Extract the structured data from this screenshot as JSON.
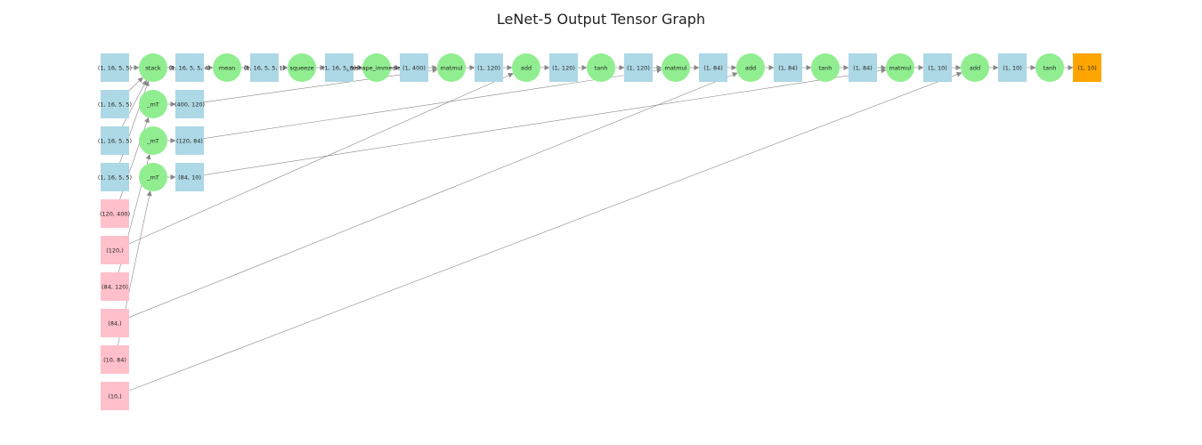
{
  "title": "LeNet-5 Output Tensor Graph",
  "colors": {
    "tensor": "#add8e6",
    "op": "#90ee90",
    "param": "#ffc0cb",
    "output": "#ffa500",
    "edge": "#888888"
  },
  "nodes": [
    {
      "id": "t0",
      "kind": "tensor",
      "label": "(1, 16, 5, 5)"
    },
    {
      "id": "t1",
      "kind": "tensor",
      "label": "(1, 16, 5, 5)"
    },
    {
      "id": "t2",
      "kind": "tensor",
      "label": "(1, 16, 5, 5)"
    },
    {
      "id": "t3",
      "kind": "tensor",
      "label": "(1, 16, 5, 5)"
    },
    {
      "id": "p0",
      "kind": "param",
      "label": "(120, 400)"
    },
    {
      "id": "p1",
      "kind": "param",
      "label": "(120,)"
    },
    {
      "id": "p2",
      "kind": "param",
      "label": "(84, 120)"
    },
    {
      "id": "p3",
      "kind": "param",
      "label": "(84,)"
    },
    {
      "id": "p4",
      "kind": "param",
      "label": "(10, 84)"
    },
    {
      "id": "p5",
      "kind": "param",
      "label": "(10,)"
    },
    {
      "id": "stack",
      "kind": "op",
      "label": "stack"
    },
    {
      "id": "mT1",
      "kind": "op",
      "label": "_mT"
    },
    {
      "id": "mT2",
      "kind": "op",
      "label": "_mT"
    },
    {
      "id": "mT3",
      "kind": "op",
      "label": "_mT"
    },
    {
      "id": "t4",
      "kind": "tensor",
      "label": "(1, 16, 5, 5, 4)"
    },
    {
      "id": "w1",
      "kind": "tensor",
      "label": "(400, 120)"
    },
    {
      "id": "w2",
      "kind": "tensor",
      "label": "(120, 84)"
    },
    {
      "id": "w3",
      "kind": "tensor",
      "label": "(84, 10)"
    },
    {
      "id": "mean",
      "kind": "op",
      "label": "mean"
    },
    {
      "id": "t5",
      "kind": "tensor",
      "label": "(1, 16, 5, 5, 1)"
    },
    {
      "id": "squeeze",
      "kind": "op",
      "label": "squeeze"
    },
    {
      "id": "t6",
      "kind": "tensor",
      "label": "(1, 16, 5, 5)"
    },
    {
      "id": "reshape",
      "kind": "op",
      "label": "_reshape_immediate"
    },
    {
      "id": "t7",
      "kind": "tensor",
      "label": "(1, 400)"
    },
    {
      "id": "mm1",
      "kind": "op",
      "label": "matmul"
    },
    {
      "id": "t8",
      "kind": "tensor",
      "label": "(1, 120)"
    },
    {
      "id": "add1",
      "kind": "op",
      "label": "add"
    },
    {
      "id": "t9",
      "kind": "tensor",
      "label": "(1, 120)"
    },
    {
      "id": "tanh1",
      "kind": "op",
      "label": "tanh"
    },
    {
      "id": "t10",
      "kind": "tensor",
      "label": "(1, 120)"
    },
    {
      "id": "mm2",
      "kind": "op",
      "label": "matmul"
    },
    {
      "id": "t11",
      "kind": "tensor",
      "label": "(1, 84)"
    },
    {
      "id": "add2",
      "kind": "op",
      "label": "add"
    },
    {
      "id": "t12",
      "kind": "tensor",
      "label": "(1, 84)"
    },
    {
      "id": "tanh2",
      "kind": "op",
      "label": "tanh"
    },
    {
      "id": "t13",
      "kind": "tensor",
      "label": "(1, 84)"
    },
    {
      "id": "mm3",
      "kind": "op",
      "label": "matmul"
    },
    {
      "id": "t14",
      "kind": "tensor",
      "label": "(1, 10)"
    },
    {
      "id": "add3",
      "kind": "op",
      "label": "add"
    },
    {
      "id": "t15",
      "kind": "tensor",
      "label": "(1, 10)"
    },
    {
      "id": "tanh3",
      "kind": "op",
      "label": "tanh"
    },
    {
      "id": "out",
      "kind": "output",
      "label": "(1, 10)"
    }
  ],
  "edges": [
    [
      "t0",
      "stack"
    ],
    [
      "t1",
      "stack"
    ],
    [
      "t2",
      "stack"
    ],
    [
      "t3",
      "stack"
    ],
    [
      "stack",
      "t4"
    ],
    [
      "t4",
      "mean"
    ],
    [
      "mean",
      "t5"
    ],
    [
      "t5",
      "squeeze"
    ],
    [
      "squeeze",
      "t6"
    ],
    [
      "t6",
      "reshape"
    ],
    [
      "reshape",
      "t7"
    ],
    [
      "t7",
      "mm1"
    ],
    [
      "mm1",
      "t8"
    ],
    [
      "t8",
      "add1"
    ],
    [
      "add1",
      "t9"
    ],
    [
      "t9",
      "tanh1"
    ],
    [
      "tanh1",
      "t10"
    ],
    [
      "t10",
      "mm2"
    ],
    [
      "mm2",
      "t11"
    ],
    [
      "t11",
      "add2"
    ],
    [
      "add2",
      "t12"
    ],
    [
      "t12",
      "tanh2"
    ],
    [
      "tanh2",
      "t13"
    ],
    [
      "t13",
      "mm3"
    ],
    [
      "mm3",
      "t14"
    ],
    [
      "t14",
      "add3"
    ],
    [
      "add3",
      "t15"
    ],
    [
      "t15",
      "tanh3"
    ],
    [
      "tanh3",
      "out"
    ],
    [
      "p0",
      "mT1"
    ],
    [
      "mT1",
      "w1"
    ],
    [
      "w1",
      "mm1"
    ],
    [
      "p2",
      "mT2"
    ],
    [
      "mT2",
      "w2"
    ],
    [
      "w2",
      "mm2"
    ],
    [
      "p4",
      "mT3"
    ],
    [
      "mT3",
      "w3"
    ],
    [
      "w3",
      "mm3"
    ],
    [
      "p1",
      "add1"
    ],
    [
      "p3",
      "add2"
    ],
    [
      "p5",
      "add3"
    ]
  ]
}
